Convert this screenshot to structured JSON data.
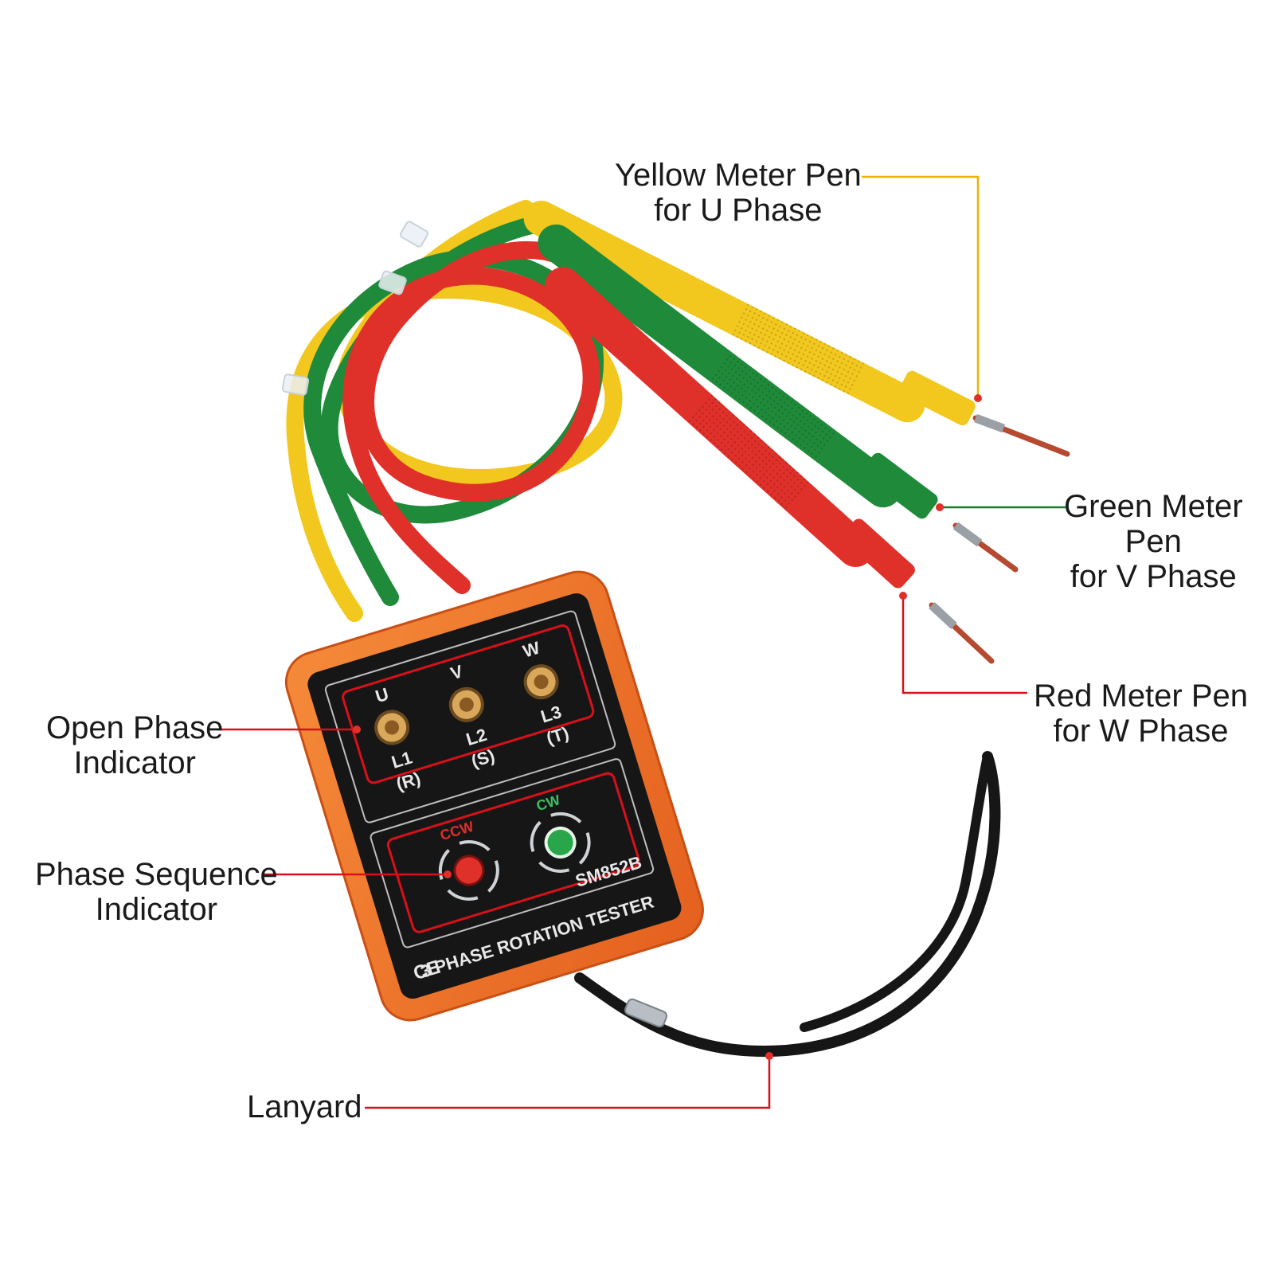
{
  "callouts": {
    "yellow_pen": {
      "line1": "Yellow Meter Pen",
      "line2": "for U Phase",
      "leader_color": "#e8b400"
    },
    "green_pen": {
      "line1": "Green Meter",
      "line2": "Pen",
      "line3": "for V Phase",
      "leader_color": "#1a7a2e"
    },
    "red_pen": {
      "line1": "Red Meter Pen",
      "line2": "for W Phase",
      "leader_color": "#d8101a"
    },
    "open_phase": {
      "line1": "Open Phase",
      "line2": "Indicator",
      "leader_color": "#d8101a"
    },
    "phase_sequence": {
      "line1": "Phase Sequence",
      "line2": "Indicator",
      "leader_color": "#d8101a"
    },
    "lanyard": {
      "line1": "Lanyard",
      "leader_color": "#d8101a"
    }
  },
  "device": {
    "model": "SM852B",
    "name": "3 PHASE ROTATION TESTER",
    "mark": "CE",
    "phases": [
      {
        "letter": "U",
        "line": "L1",
        "code": "(R)"
      },
      {
        "letter": "V",
        "line": "L2",
        "code": "(S)"
      },
      {
        "letter": "W",
        "line": "L3",
        "code": "(T)"
      }
    ],
    "rotation": {
      "ccw": "CCW",
      "cw": "CW"
    }
  },
  "colors": {
    "yellow": "#f2c81e",
    "green": "#1f8a3a",
    "red": "#e0302a",
    "case_orange": "#f27a2a",
    "panel_black": "#161616"
  }
}
